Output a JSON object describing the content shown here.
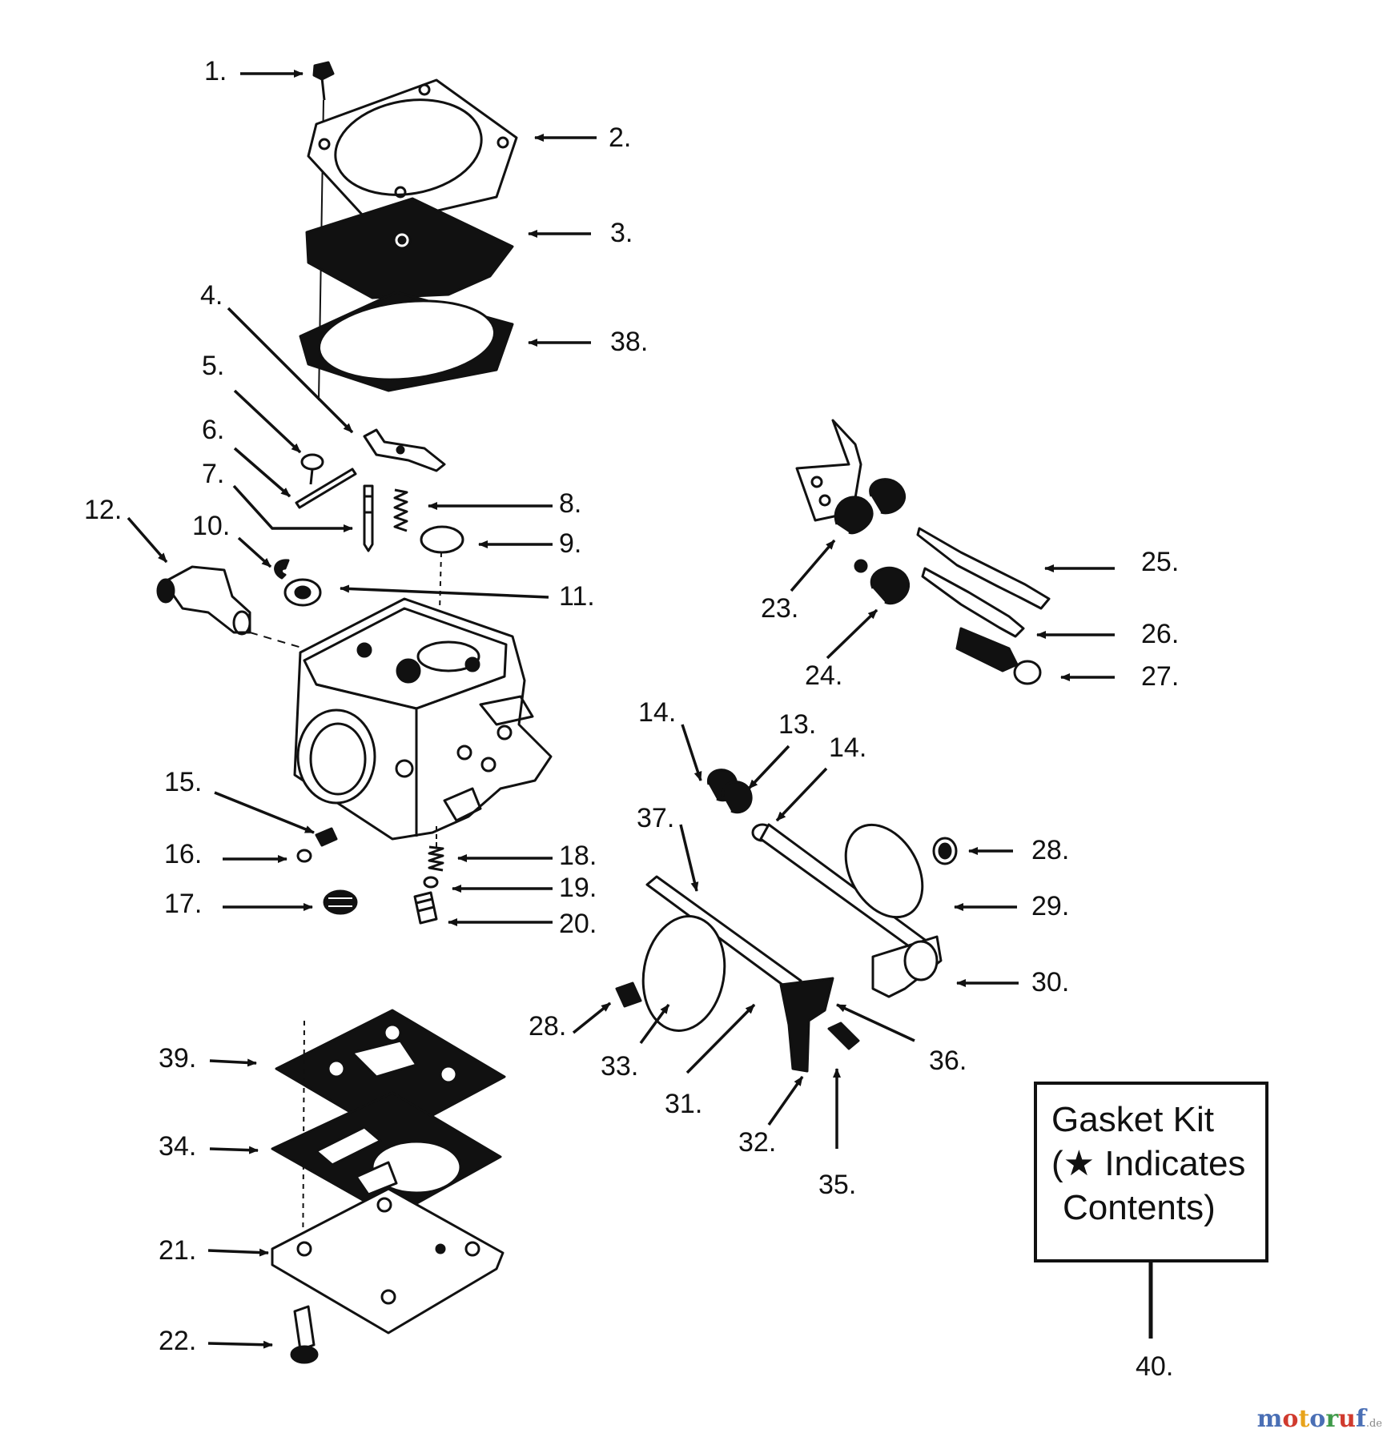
{
  "labels": [
    {
      "text": "1."
    },
    {
      "text": "2."
    },
    {
      "text": "3."
    },
    {
      "text": "38."
    },
    {
      "text": "4."
    },
    {
      "text": "5."
    },
    {
      "text": "6."
    },
    {
      "text": "7."
    },
    {
      "text": "8."
    },
    {
      "text": "9."
    },
    {
      "text": "10."
    },
    {
      "text": "11."
    },
    {
      "text": "12."
    },
    {
      "text": "15."
    },
    {
      "text": "16."
    },
    {
      "text": "17."
    },
    {
      "text": "18."
    },
    {
      "text": "19."
    },
    {
      "text": "20."
    },
    {
      "text": "39."
    },
    {
      "text": "34."
    },
    {
      "text": "21."
    },
    {
      "text": "22."
    },
    {
      "text": "23."
    },
    {
      "text": "24."
    },
    {
      "text": "25."
    },
    {
      "text": "26."
    },
    {
      "text": "27."
    },
    {
      "text": "14."
    },
    {
      "text": "13."
    },
    {
      "text": "14."
    },
    {
      "text": "37."
    },
    {
      "text": "28."
    },
    {
      "text": "29."
    },
    {
      "text": "30."
    },
    {
      "text": "36."
    },
    {
      "text": "28."
    },
    {
      "text": "33."
    },
    {
      "text": "31."
    },
    {
      "text": "32."
    },
    {
      "text": "35."
    },
    {
      "text": "40."
    }
  ],
  "kit_box": {
    "line1": "Gasket Kit",
    "line2": "(★ Indicates",
    "line3": "Contents)"
  },
  "watermark": {
    "brand": "motoruf",
    "suffix": ".de",
    "colors": [
      "#4a6fb5",
      "#d03a2e",
      "#e8a31a",
      "#4a6fb5",
      "#3f9a4a",
      "#d03a2e",
      "#4a6fb5"
    ]
  }
}
